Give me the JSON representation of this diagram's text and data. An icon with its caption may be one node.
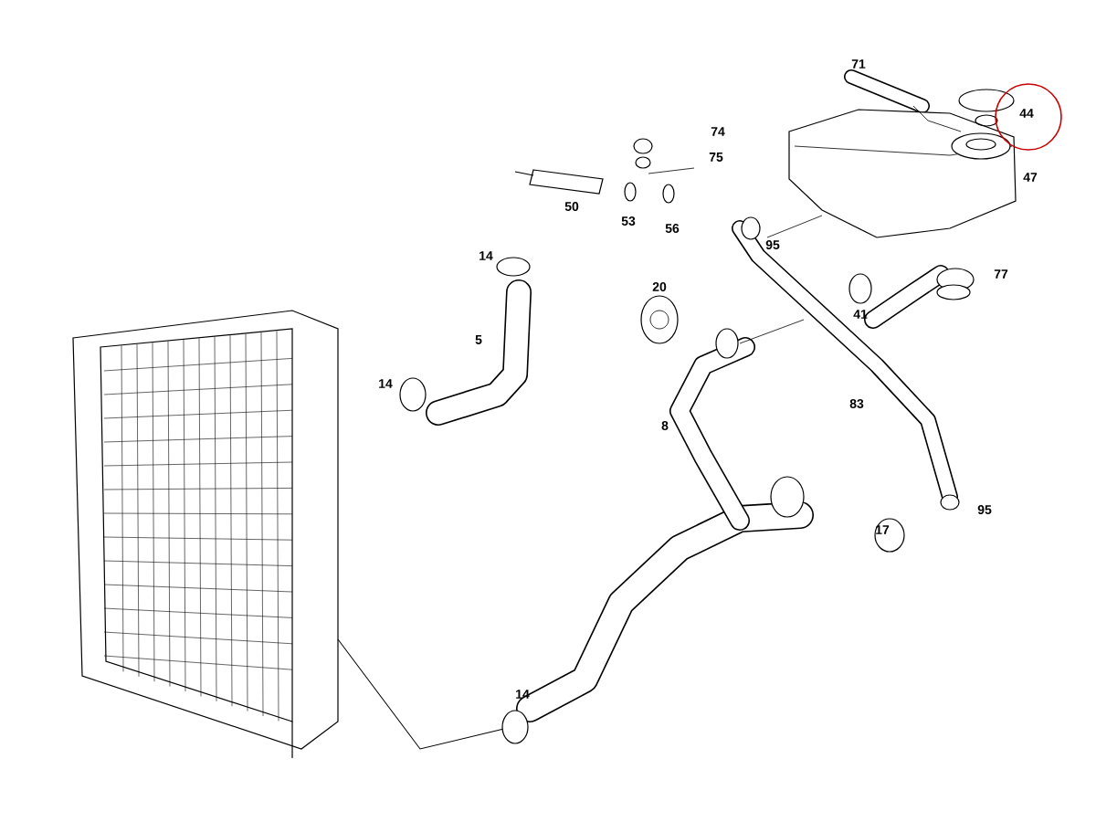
{
  "diagram": {
    "labels": [
      "71",
      "44",
      "74",
      "75",
      "47",
      "50",
      "53",
      "56",
      "95",
      "14",
      "20",
      "41",
      "77",
      "5",
      "14",
      "83",
      "8",
      "95",
      "17",
      "14"
    ]
  }
}
